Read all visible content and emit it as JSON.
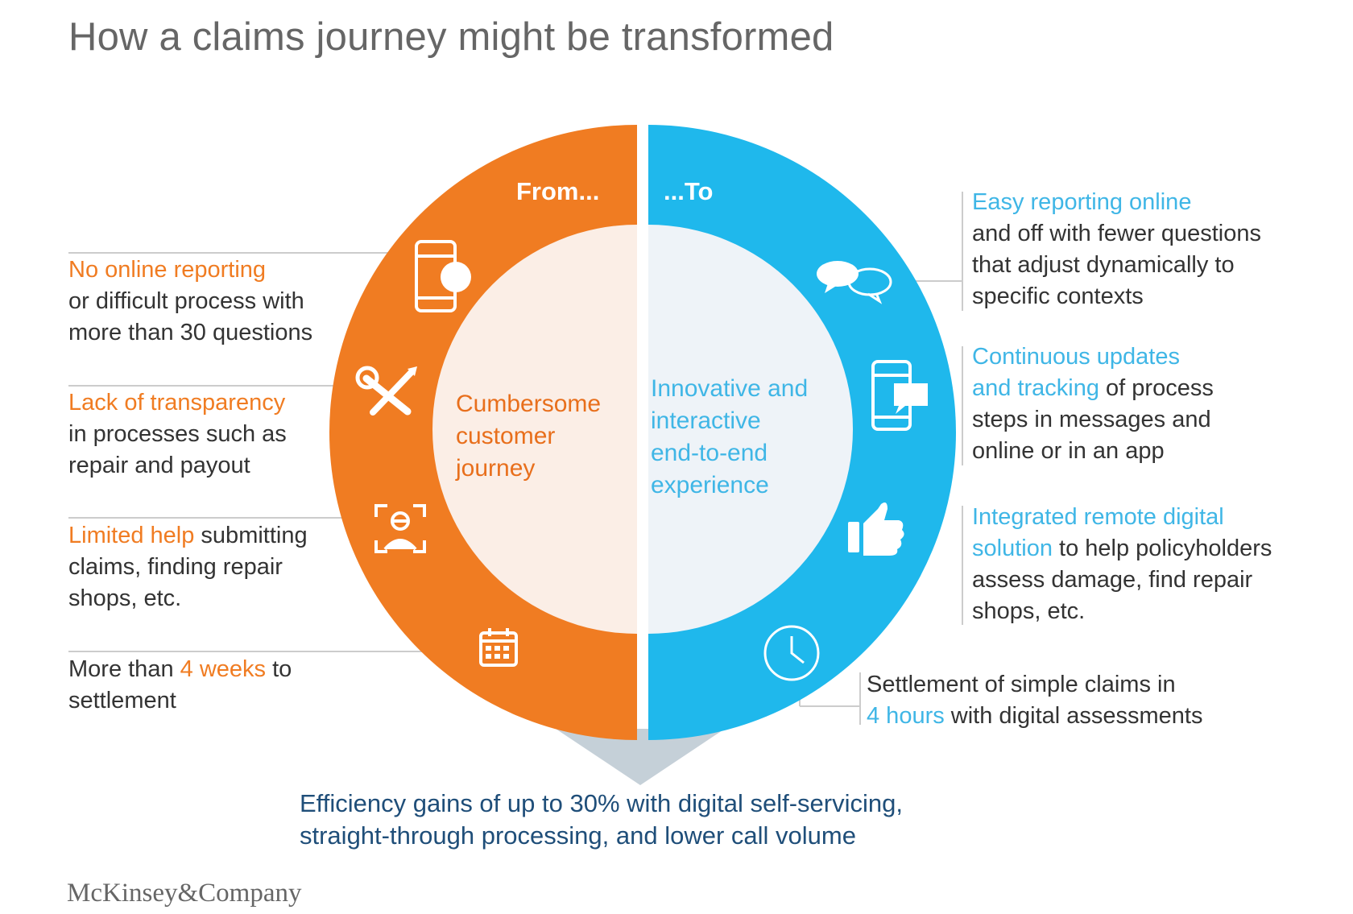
{
  "title": "How a claims journey might be transformed",
  "from_label": "From...",
  "to_label": "...To",
  "center_left": [
    "Cumbersome",
    "customer",
    "journey"
  ],
  "center_right": [
    "Innovative and",
    "interactive",
    "end-to-end",
    "experience"
  ],
  "left_items": [
    {
      "icon": "smartphone-icon",
      "highlight": "No online reporting",
      "lines": [
        "or difficult process with",
        "more than 30 questions"
      ]
    },
    {
      "icon": "wrench-screwdriver-icon",
      "highlight": "Lack of transparency",
      "lines": [
        "in processes such as",
        "repair and payout"
      ]
    },
    {
      "icon": "agent-portrait-icon",
      "highlight": "Limited help",
      "first_rest": " submitting",
      "lines": [
        "claims, finding repair",
        "shops, etc."
      ]
    },
    {
      "icon": "calendar-icon",
      "pre": "More than ",
      "highlight": "4 weeks",
      "post": " to",
      "lines": [
        "settlement"
      ]
    }
  ],
  "right_items": [
    {
      "icon": "chat-bubbles-icon",
      "highlight": "Easy reporting online",
      "lines": [
        "and off with fewer questions",
        "that adjust dynamically to",
        "specific contexts"
      ]
    },
    {
      "icon": "phone-message-icon",
      "highlight": "Continuous updates",
      "highlight2": "and tracking",
      "rest2": " of process",
      "lines": [
        "steps in messages and",
        "online or in an app"
      ]
    },
    {
      "icon": "thumbs-up-icon",
      "highlight": "Integrated remote digital",
      "highlight2": "solution",
      "rest2": " to help policyholders",
      "lines": [
        "assess damage, find repair",
        "shops, etc."
      ]
    },
    {
      "icon": "clock-icon",
      "pre": "Settlement of simple claims in",
      "highlight": "4 hours",
      "post": " with digital assessments"
    }
  ],
  "bottom": [
    "Efficiency gains of up to 30% with digital self-servicing,",
    "straight-through processing, and lower call volume"
  ],
  "logo": "McKinsey&Company",
  "colors": {
    "orange": "#f07c22",
    "blue": "#1fb8ec",
    "navy": "#1f4e79",
    "title_gray": "#666666",
    "arrow_gray": "#c5d0d8"
  }
}
